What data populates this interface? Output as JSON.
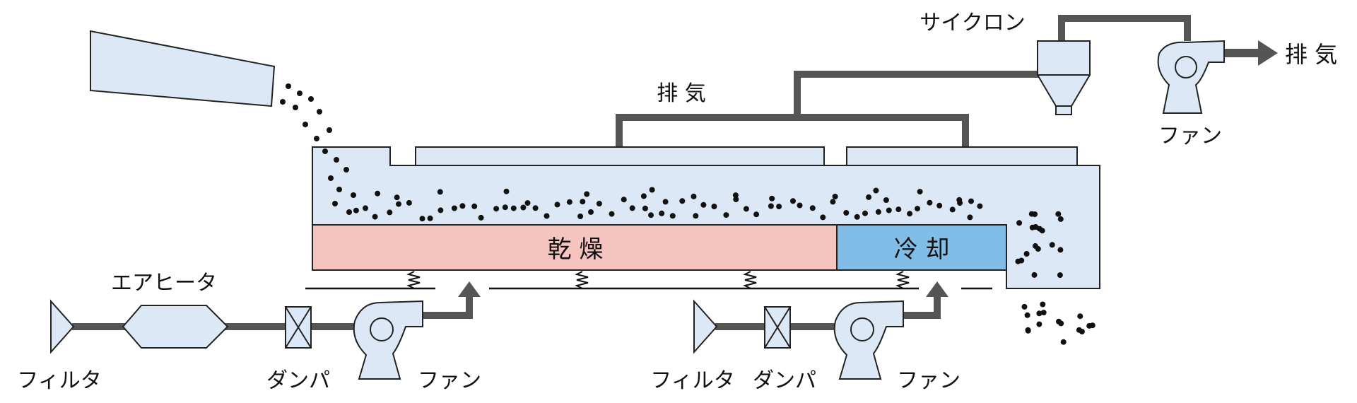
{
  "labels": {
    "exhaust_top": "排 気",
    "cyclone": "サイクロン",
    "exhaust_out": "排 気",
    "fan_top": "ファン",
    "air_heater": "エアヒータ",
    "filter_left": "フィルタ",
    "damper_left": "ダンパ",
    "fan_left": "ファン",
    "filter_right": "フィルタ",
    "damper_right": "ダンパ",
    "fan_right": "ファン",
    "zone_drying": "乾 燥",
    "zone_cooling": "冷 却"
  },
  "colors": {
    "equipment_fill": "#dde8f6",
    "drying_zone": "#f6c4bf",
    "cooling_zone": "#82bde8",
    "pipe": "#555555",
    "outline": "#222222",
    "particles": "#111111"
  },
  "icons": [
    "filter-icon",
    "air-heater-icon",
    "damper-icon",
    "fan-icon",
    "cyclone-icon",
    "spring-icon",
    "arrow-icon",
    "hopper-icon"
  ]
}
